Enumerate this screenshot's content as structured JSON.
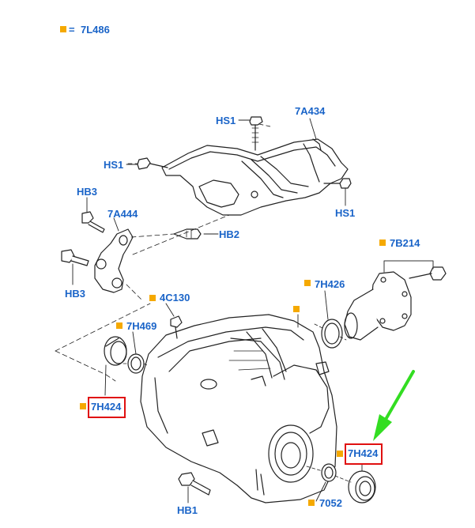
{
  "legend": {
    "symbol_color": "#f5a900",
    "equals": "=",
    "code": "7L486"
  },
  "labels": {
    "hs1_top": "HS1",
    "p7a434": "7A434",
    "hs1_left": "HS1",
    "hs1_right": "HS1",
    "hb3_top": "HB3",
    "p7a444": "7A444",
    "hb2": "HB2",
    "hb3_bottom": "HB3",
    "p7b214": "7B214",
    "p7h426": "7H426",
    "p4c130": "4C130",
    "p7h469": "7H469",
    "p7h424_left": "7H424",
    "p7h424_right": "7H424",
    "p7052": "7052",
    "hb1": "HB1"
  },
  "colors": {
    "label_text": "#1a64c8",
    "highlight_box": "#e01010",
    "arrow": "#33dd22",
    "marker": "#f5a900"
  }
}
